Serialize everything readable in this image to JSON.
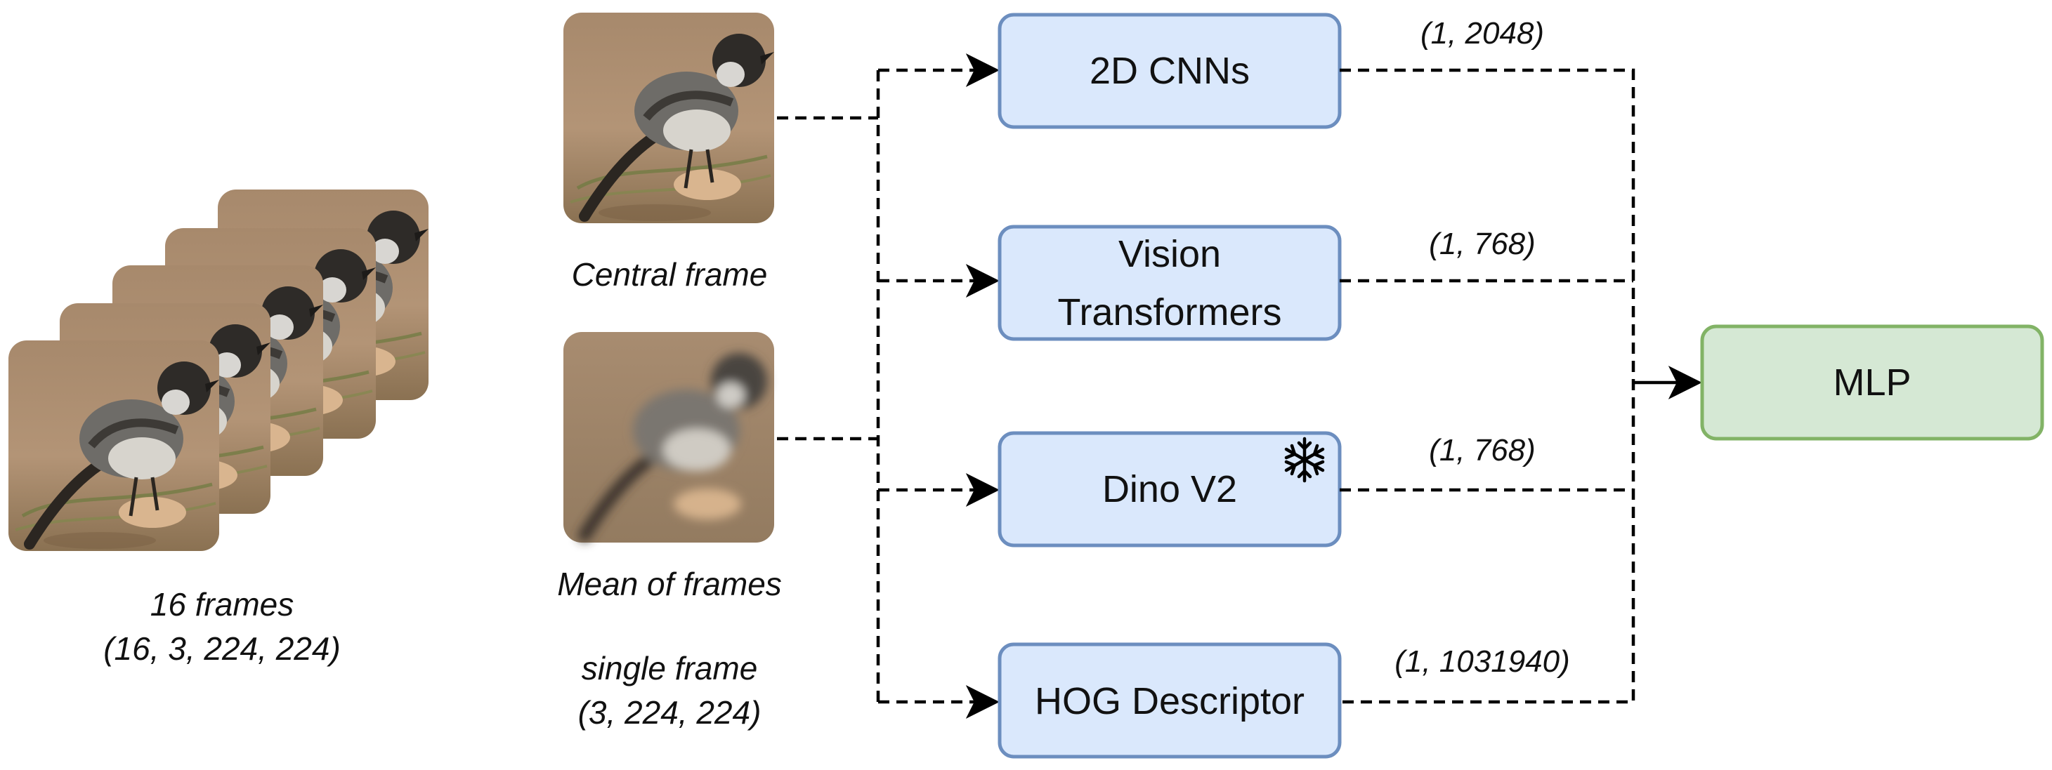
{
  "captions": {
    "stack_line1": "16 frames",
    "stack_line2": "(16, 3, 224, 224)",
    "central": "Central frame",
    "mean": "Mean of frames",
    "single_line1": "single frame",
    "single_line2": "(3, 224, 224)"
  },
  "boxes": {
    "cnn": "2D CNNs",
    "vit_line1": "Vision",
    "vit_line2": "Transformers",
    "dino": "Dino V2",
    "hog": "HOG Descriptor",
    "mlp": "MLP"
  },
  "dims": {
    "cnn": "(1, 2048)",
    "vit": "(1, 768)",
    "dino": "(1, 768)",
    "hog": "(1, 1031940)"
  },
  "icons": {
    "frozen": "snowflake-icon"
  },
  "colors": {
    "feature_box_fill": "#dae8fc",
    "feature_box_stroke": "#6c8ebf",
    "mlp_fill": "#d5e8d4",
    "mlp_stroke": "#82b366"
  }
}
